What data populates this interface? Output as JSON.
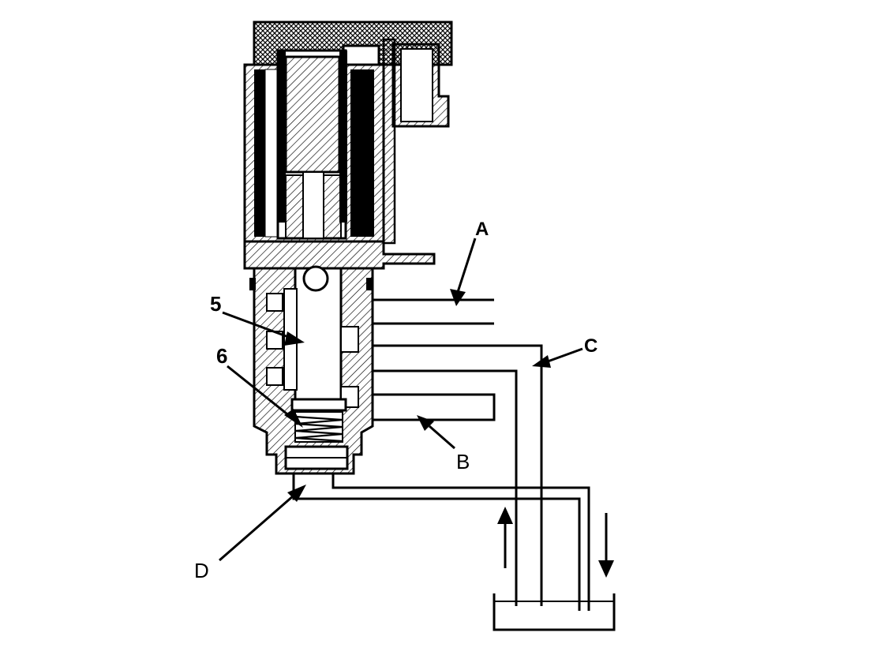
{
  "labels": {
    "a": "A",
    "b": "B",
    "c": "C",
    "d": "D",
    "five": "5",
    "six": "6"
  },
  "colors": {
    "ink": "#000000",
    "paper": "#ffffff"
  }
}
